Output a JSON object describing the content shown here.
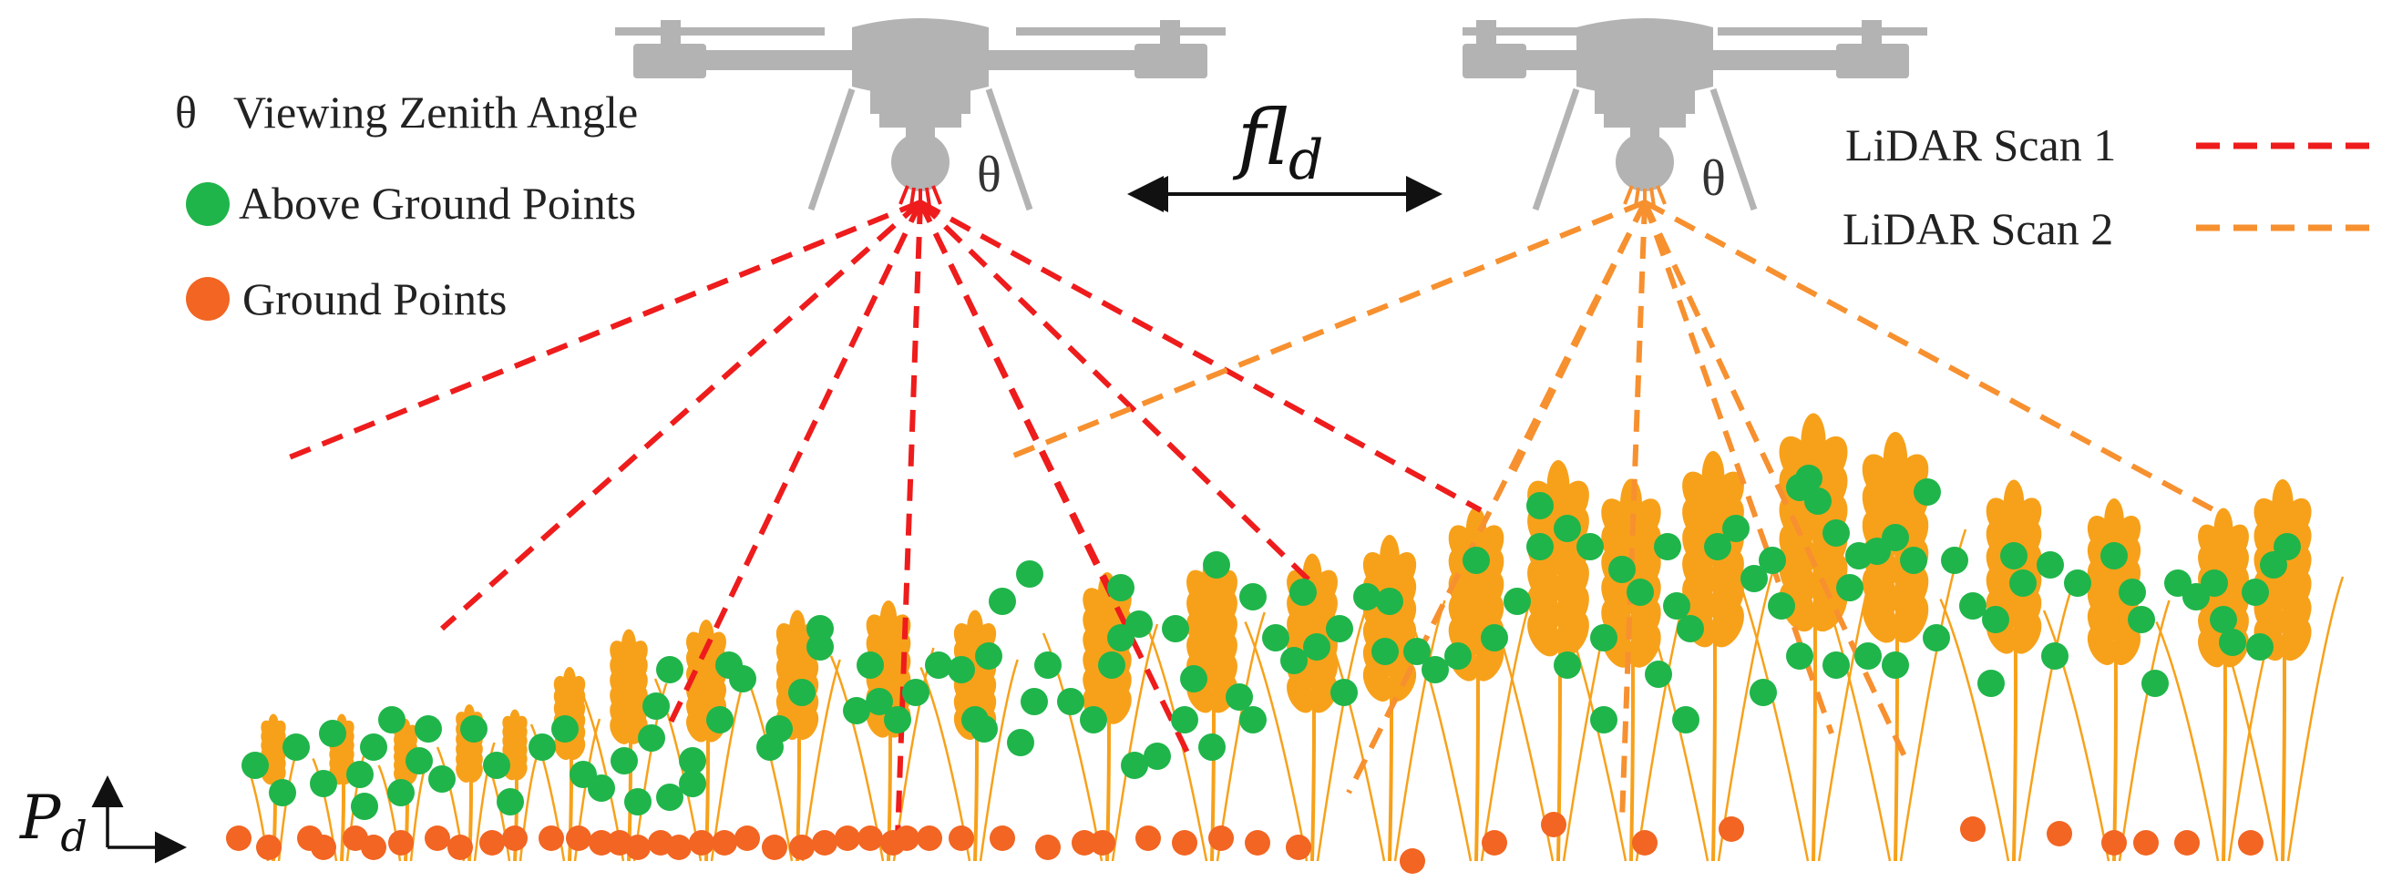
{
  "legend": {
    "theta_symbol": "θ",
    "viewing_zenith_angle": "Viewing Zenith Angle",
    "above_ground_points": "Above Ground Points",
    "ground_points": "Ground Points",
    "lidar_scan_1": "LiDAR Scan 1",
    "lidar_scan_2": "LiDAR Scan 2"
  },
  "drone_1": {
    "theta_label": "θ"
  },
  "drone_2": {
    "theta_label": "θ"
  },
  "flight_distance": {
    "symbol": "fl",
    "subscript": "d"
  },
  "point_distance": {
    "symbol": "P",
    "subscript": "d"
  },
  "colors": {
    "scan_1": "#ee1c1c",
    "scan_2": "#f7902f",
    "above_ground_point": "#1fb54a",
    "ground_point": "#f26522",
    "crop": "#f7a11a",
    "drone": "#b3b3b3"
  }
}
